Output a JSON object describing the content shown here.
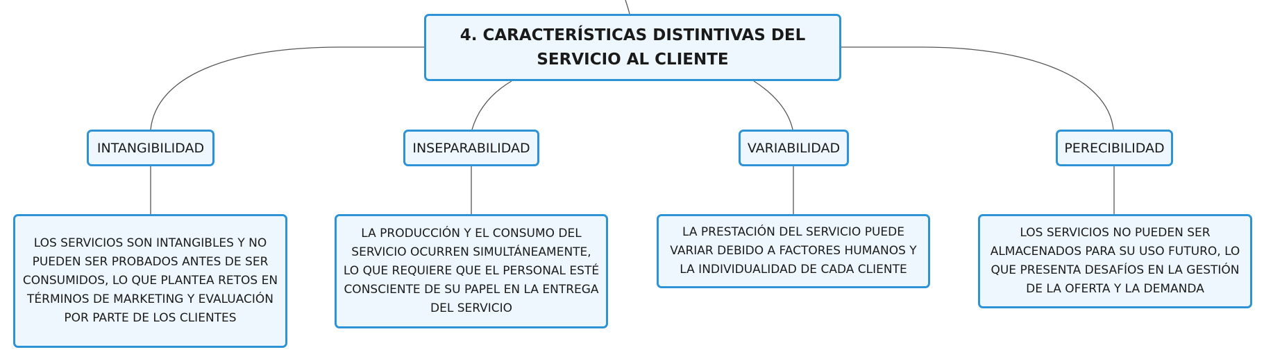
{
  "diagram": {
    "root": {
      "label": "4. CARACTERÍSTICAS DISTINTIVAS DEL SERVICIO AL CLIENTE"
    },
    "branches": [
      {
        "label": "INTANGIBILIDAD",
        "description": "LOS SERVICIOS SON INTANGIBLES Y NO PUEDEN SER PROBADOS ANTES DE SER CONSUMIDOS, LO QUE PLANTEA RETOS EN TÉRMINOS DE MARKETING Y EVALUACIÓN POR PARTE DE LOS CLIENTES"
      },
      {
        "label": "INSEPARABILIDAD",
        "description": "LA PRODUCCIÓN Y EL CONSUMO DEL SERVICIO OCURREN SIMULTÁNEAMENTE, LO QUE REQUIERE QUE EL PERSONAL ESTÉ CONSCIENTE DE SU PAPEL EN LA ENTREGA DEL SERVICIO"
      },
      {
        "label": "VARIABILIDAD",
        "description": "LA PRESTACIÓN DEL SERVICIO PUEDE VARIAR DEBIDO A FACTORES HUMANOS Y LA INDIVIDUALIDAD DE CADA CLIENTE"
      },
      {
        "label": "PERECIBILIDAD",
        "description": "LOS SERVICIOS NO PUEDEN SER ALMACENADOS PARA SU USO FUTURO, LO QUE PRESENTA DESAFÍOS EN LA GESTIÓN DE LA OFERTA Y LA DEMANDA"
      }
    ]
  },
  "colors": {
    "node_border": "#2e92d6",
    "node_fill": "#eef7fd",
    "connector": "#555555",
    "text": "#1a1a1a"
  }
}
